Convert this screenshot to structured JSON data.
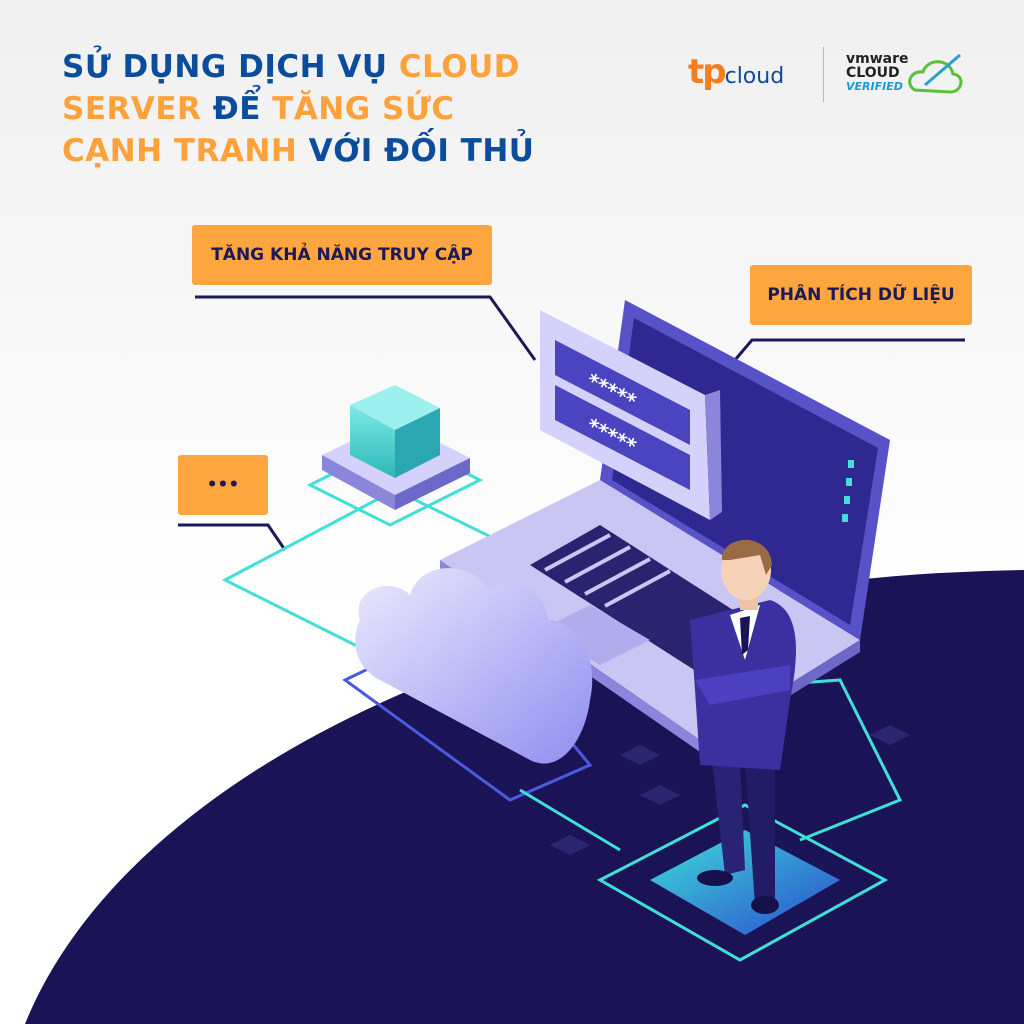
{
  "headline": {
    "line1_blue": "SỬ DỤNG DỊCH VỤ",
    "line1_orange": "CLOUD",
    "line2_orange_a": "SERVER",
    "line2_blue": "ĐỂ",
    "line2_orange_b": "TĂNG SỨC",
    "line3_orange": "CẠNH TRANH",
    "line3_blue": "VỚI ĐỐI THỦ"
  },
  "logos": {
    "tp_brand": "tp",
    "tp_suffix": "cloud",
    "vmware": "vmware",
    "vmware_cloud": "CLOUD",
    "vmware_verified": "VERIFIED"
  },
  "labels": {
    "access": "TĂNG KHẢ NĂNG TRUY CẬP",
    "analytics": "PHÂN TÍCH DỮ LIỆU",
    "more": "•••"
  },
  "password_fields": [
    "*****",
    "*****"
  ],
  "colors": {
    "navy": "#1a1456",
    "orange": "#fda53f",
    "blue": "#0b4c9c",
    "cyan": "#3fe0d8"
  }
}
